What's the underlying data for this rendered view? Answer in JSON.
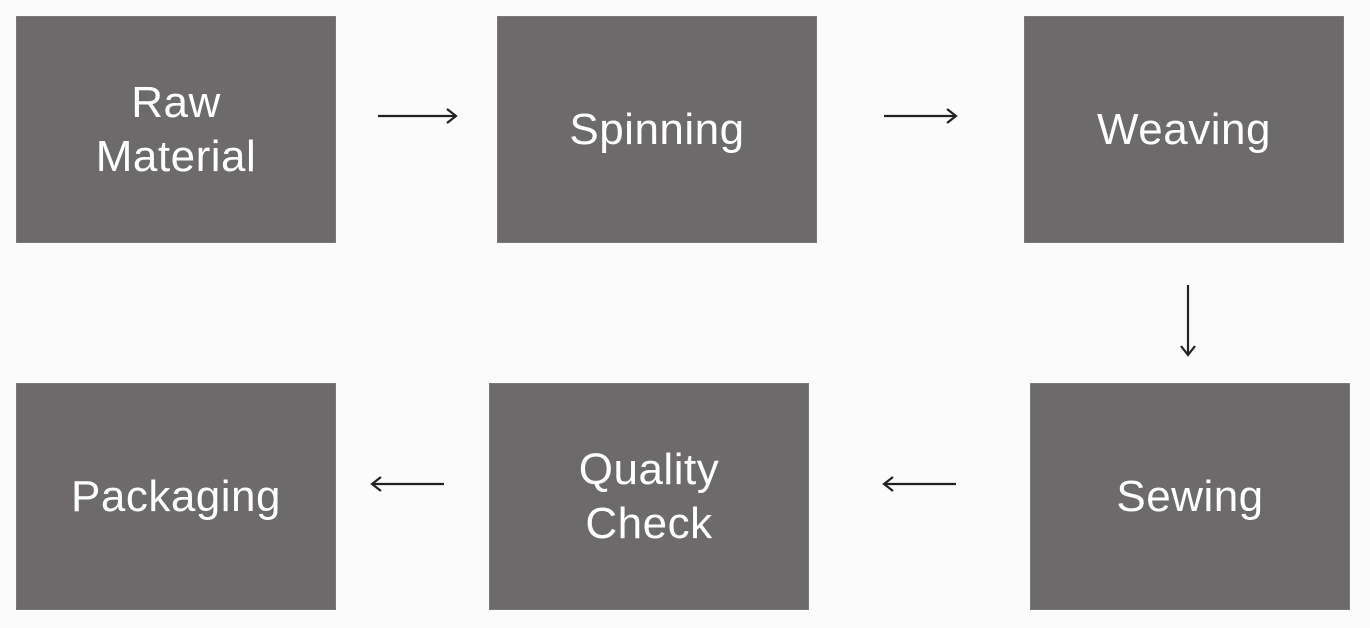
{
  "diagram": {
    "steps": [
      {
        "id": "raw-material",
        "label": "Raw\nMaterial"
      },
      {
        "id": "spinning",
        "label": "Spinning"
      },
      {
        "id": "weaving",
        "label": "Weaving"
      },
      {
        "id": "sewing",
        "label": "Sewing"
      },
      {
        "id": "quality-check",
        "label": "Quality\nCheck"
      },
      {
        "id": "packaging",
        "label": "Packaging"
      }
    ],
    "colors": {
      "box": "#6d6a6b",
      "text": "#ffffff",
      "arrow": "#222222",
      "background": "#fbfbfb"
    }
  }
}
